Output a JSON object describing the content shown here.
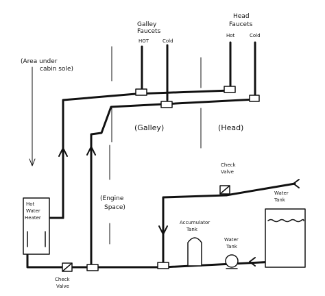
{
  "labels": {
    "galley_faucets_1": "Galley",
    "galley_faucets_2": "Faucets",
    "head_faucets_1": "Head",
    "head_faucets_2": "Faucets",
    "galley_hot": "HOT",
    "galley_cold": "Cold",
    "head_hot": "Hot",
    "head_cold": "Cold",
    "area_under_1": "(Area under",
    "area_under_2": "cabin sole)",
    "galley": "(Galley)",
    "head": "(Head)",
    "engine_space_1": "(Engine",
    "engine_space_2": "Space)",
    "check_valve_top_1": "Check",
    "check_valve_top_2": "Valve",
    "water_tank_top_1": "Water",
    "water_tank_top_2": "Tank",
    "accumulator_1": "Accumulator",
    "accumulator_2": "Tank",
    "water_pump_1": "Water",
    "water_pump_2": "Tank",
    "hot_water_heater_1": "Hot",
    "hot_water_heater_2": "Water",
    "hot_water_heater_3": "Heater",
    "check_valve_bottom_1": "Check",
    "check_valve_bottom_2": "Valve"
  },
  "colors": {
    "pipe": "#111111",
    "ink": "#222222",
    "paper": "#ffffff"
  }
}
